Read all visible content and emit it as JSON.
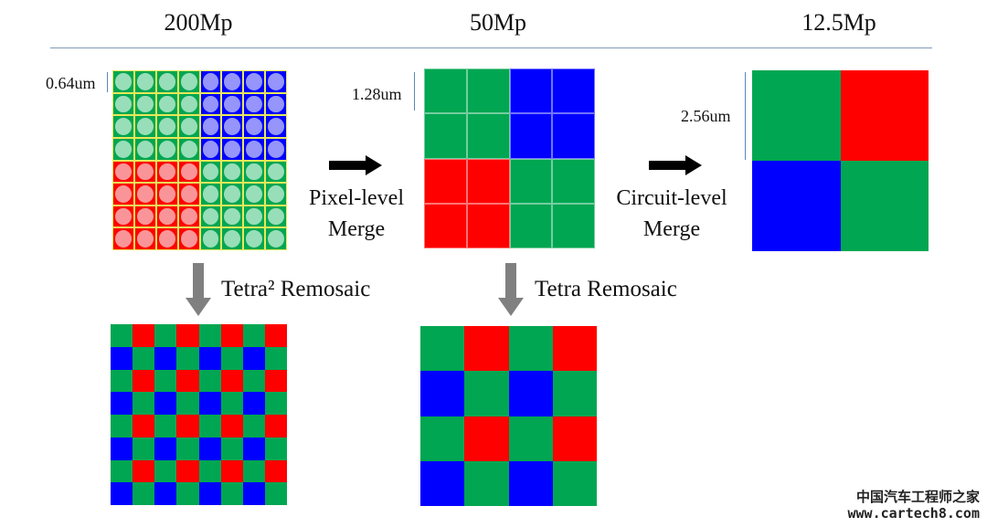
{
  "headers": {
    "h200": "200Mp",
    "h50": "50Mp",
    "h12": "12.5Mp"
  },
  "dims": {
    "d200": "0.64um",
    "d50": "1.28um",
    "d12": "2.56um"
  },
  "labels": {
    "pixel_merge_line1": "Pixel-level",
    "pixel_merge_line2": "Merge",
    "circuit_merge_line1": "Circuit-level",
    "circuit_merge_line2": "Merge",
    "tetra2_remosaic": "Tetra² Remosaic",
    "tetra_remosaic": "Tetra Remosaic"
  },
  "colors": {
    "green": "#00a651",
    "red": "#ff0000",
    "blue": "#0000ff",
    "arrow_black": "#000000",
    "arrow_gray": "#808080",
    "dim_line": "#5b87b8"
  },
  "watermark": {
    "line1": "中国汽车工程师之家",
    "line2": "www.cartech8.com"
  },
  "tiles": {
    "p200_quad": [
      [
        "G",
        "B"
      ],
      [
        "R",
        "G"
      ]
    ],
    "p50_quad": [
      [
        "G",
        "B"
      ],
      [
        "R",
        "G"
      ]
    ],
    "p12_quad": [
      [
        "G",
        "R"
      ],
      [
        "B",
        "G"
      ]
    ],
    "tetra2_bayer": [
      [
        "G",
        "R",
        "G",
        "R",
        "G",
        "R",
        "G",
        "R"
      ],
      [
        "B",
        "G",
        "B",
        "G",
        "B",
        "G",
        "B",
        "G"
      ],
      [
        "G",
        "R",
        "G",
        "R",
        "G",
        "R",
        "G",
        "R"
      ],
      [
        "B",
        "G",
        "B",
        "G",
        "B",
        "G",
        "B",
        "G"
      ],
      [
        "G",
        "R",
        "G",
        "R",
        "G",
        "R",
        "G",
        "R"
      ],
      [
        "B",
        "G",
        "B",
        "G",
        "B",
        "G",
        "B",
        "G"
      ],
      [
        "G",
        "R",
        "G",
        "R",
        "G",
        "R",
        "G",
        "R"
      ],
      [
        "B",
        "G",
        "B",
        "G",
        "B",
        "G",
        "B",
        "G"
      ]
    ],
    "tetra_bayer": [
      [
        "G",
        "R",
        "G",
        "R"
      ],
      [
        "B",
        "G",
        "B",
        "G"
      ],
      [
        "G",
        "R",
        "G",
        "R"
      ],
      [
        "B",
        "G",
        "B",
        "G"
      ]
    ]
  }
}
